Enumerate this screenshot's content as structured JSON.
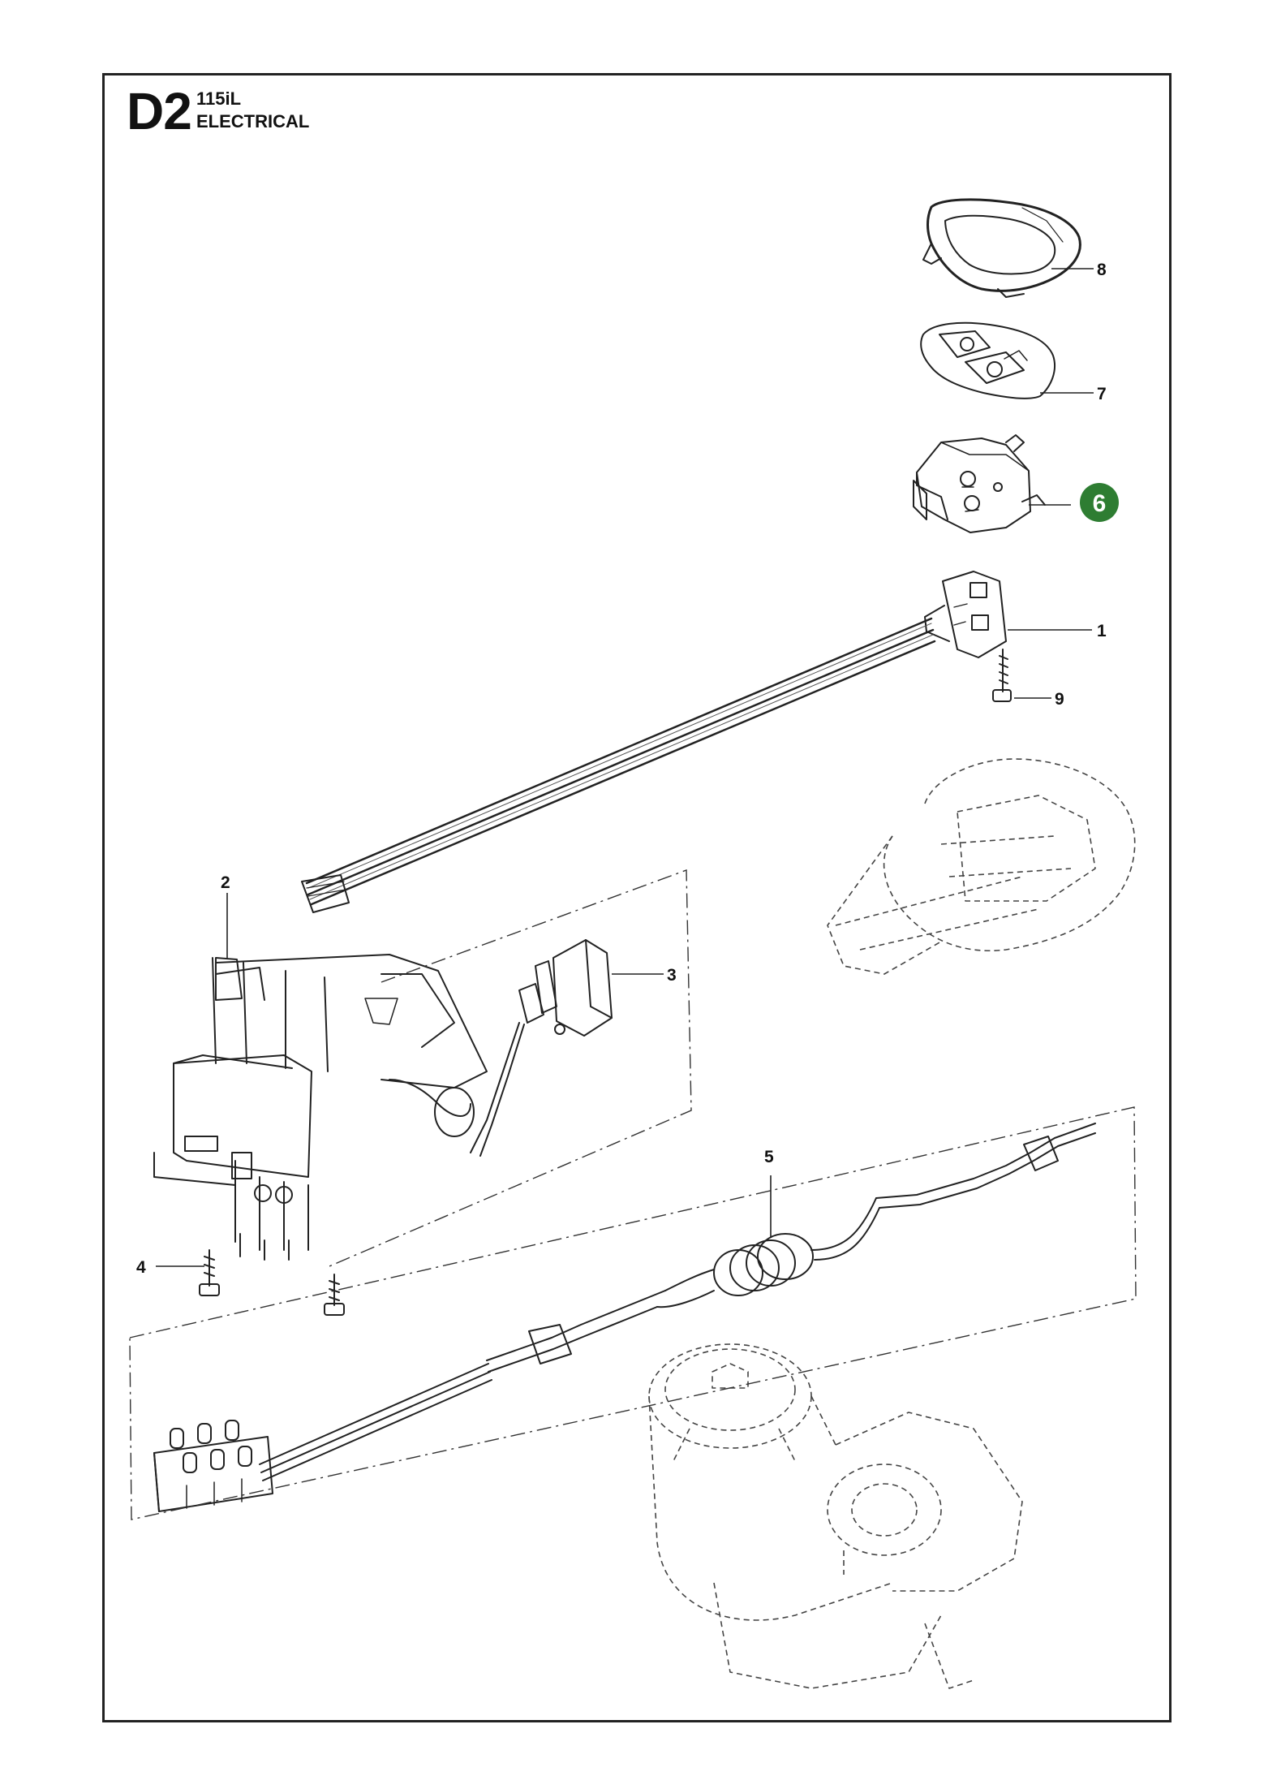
{
  "header": {
    "code": "D2",
    "model": "115iL",
    "section": "ELECTRICAL"
  },
  "callouts": [
    {
      "number": "1"
    },
    {
      "number": "2"
    },
    {
      "number": "3"
    },
    {
      "number": "4"
    },
    {
      "number": "5"
    },
    {
      "number": "6",
      "highlighted": true
    },
    {
      "number": "7"
    },
    {
      "number": "8"
    },
    {
      "number": "9"
    }
  ],
  "colors": {
    "highlight": "#2e7d32",
    "line": "#222222",
    "ghost": "#555555"
  },
  "parts": [
    {
      "icon": "display-cover-icon"
    },
    {
      "icon": "keypad-overlay-icon"
    },
    {
      "icon": "switch-housing-icon"
    },
    {
      "icon": "ribbon-cable-pcb-icon"
    },
    {
      "icon": "screw-icon"
    },
    {
      "icon": "circuit-board-assembly-icon"
    },
    {
      "icon": "micro-switch-icon"
    },
    {
      "icon": "motor-cable-icon"
    },
    {
      "icon": "electric-motor-icon"
    },
    {
      "icon": "terminal-block-icon"
    }
  ]
}
